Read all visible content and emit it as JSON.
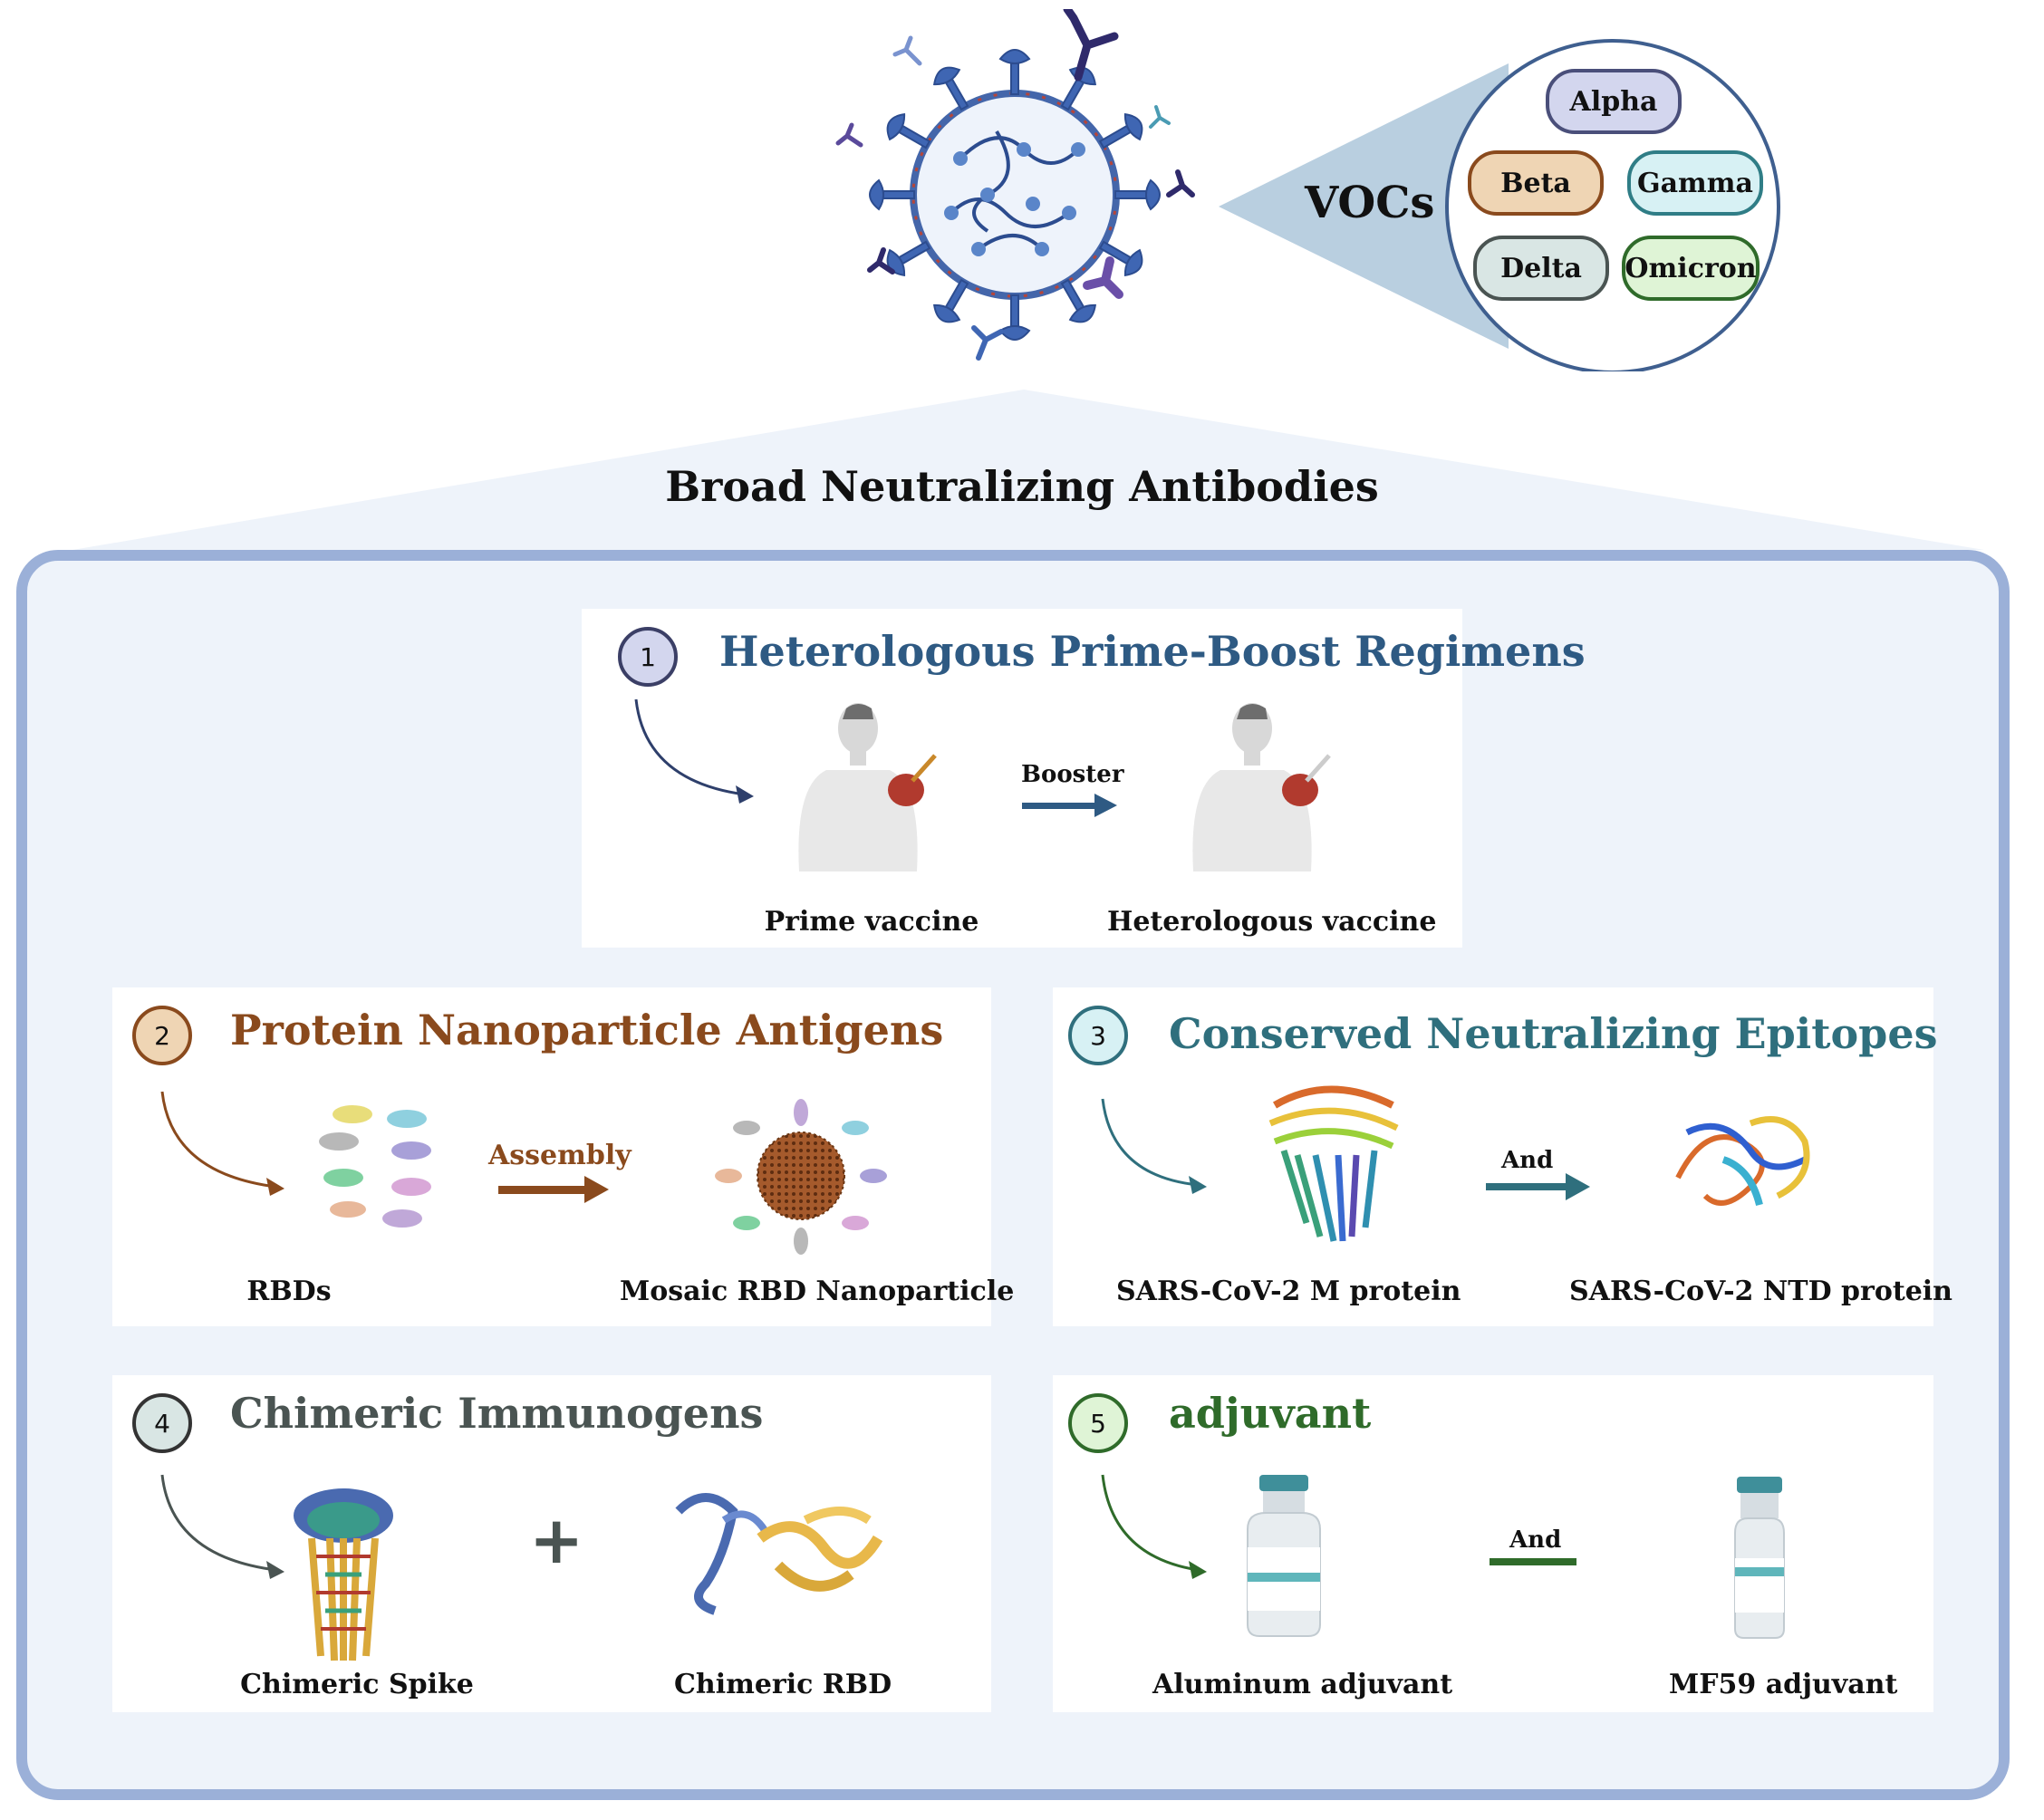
{
  "header": {
    "voc_label": "VOCs",
    "section_title": "Broad Neutralizing Antibodies",
    "variants": [
      {
        "label": "Alpha",
        "fill": "#d3d6ee",
        "border": "#4a4f7a"
      },
      {
        "label": "Beta",
        "fill": "#efd5b4",
        "border": "#8a4a1d"
      },
      {
        "label": "Gamma",
        "fill": "#d7f1f4",
        "border": "#2f7d86"
      },
      {
        "label": "Delta",
        "fill": "#d9e6e4",
        "border": "#4a5452"
      },
      {
        "label": "Omicron",
        "fill": "#dff4d6",
        "border": "#2f6b2a"
      }
    ]
  },
  "panels": [
    {
      "number": "1",
      "title": "Heterologous Prime-Boost Regimens",
      "color": "#2e5a83",
      "badge_fill": "#d3d6ee",
      "badge_border": "#3b3f66",
      "arrow_label": "Booster",
      "left_caption": "Prime vaccine",
      "right_caption": "Heterologous vaccine"
    },
    {
      "number": "2",
      "title": "Protein Nanoparticle Antigens",
      "color": "#8a4a1d",
      "badge_fill": "#efd5b4",
      "badge_border": "#8a4a1d",
      "arrow_label": "Assembly",
      "left_caption": "RBDs",
      "right_caption": "Mosaic RBD Nanoparticle"
    },
    {
      "number": "3",
      "title": "Conserved Neutralizing Epitopes",
      "color": "#2f6f7d",
      "badge_fill": "#d7f1f4",
      "badge_border": "#2f6f7d",
      "arrow_label": "And",
      "left_caption": "SARS-CoV-2 M protein",
      "right_caption": "SARS-CoV-2 NTD protein"
    },
    {
      "number": "4",
      "title": "Chimeric Immunogens",
      "color": "#4a5452",
      "badge_fill": "#d9e6e4",
      "badge_border": "#333",
      "arrow_label": "+",
      "left_caption": "Chimeric Spike",
      "right_caption": "Chimeric RBD"
    },
    {
      "number": "5",
      "title": "adjuvant",
      "color": "#2f6b2a",
      "badge_fill": "#dff4d6",
      "badge_border": "#2f6b2a",
      "arrow_label": "And",
      "left_caption": "Aluminum adjuvant",
      "right_caption": "MF59 adjuvant"
    }
  ]
}
